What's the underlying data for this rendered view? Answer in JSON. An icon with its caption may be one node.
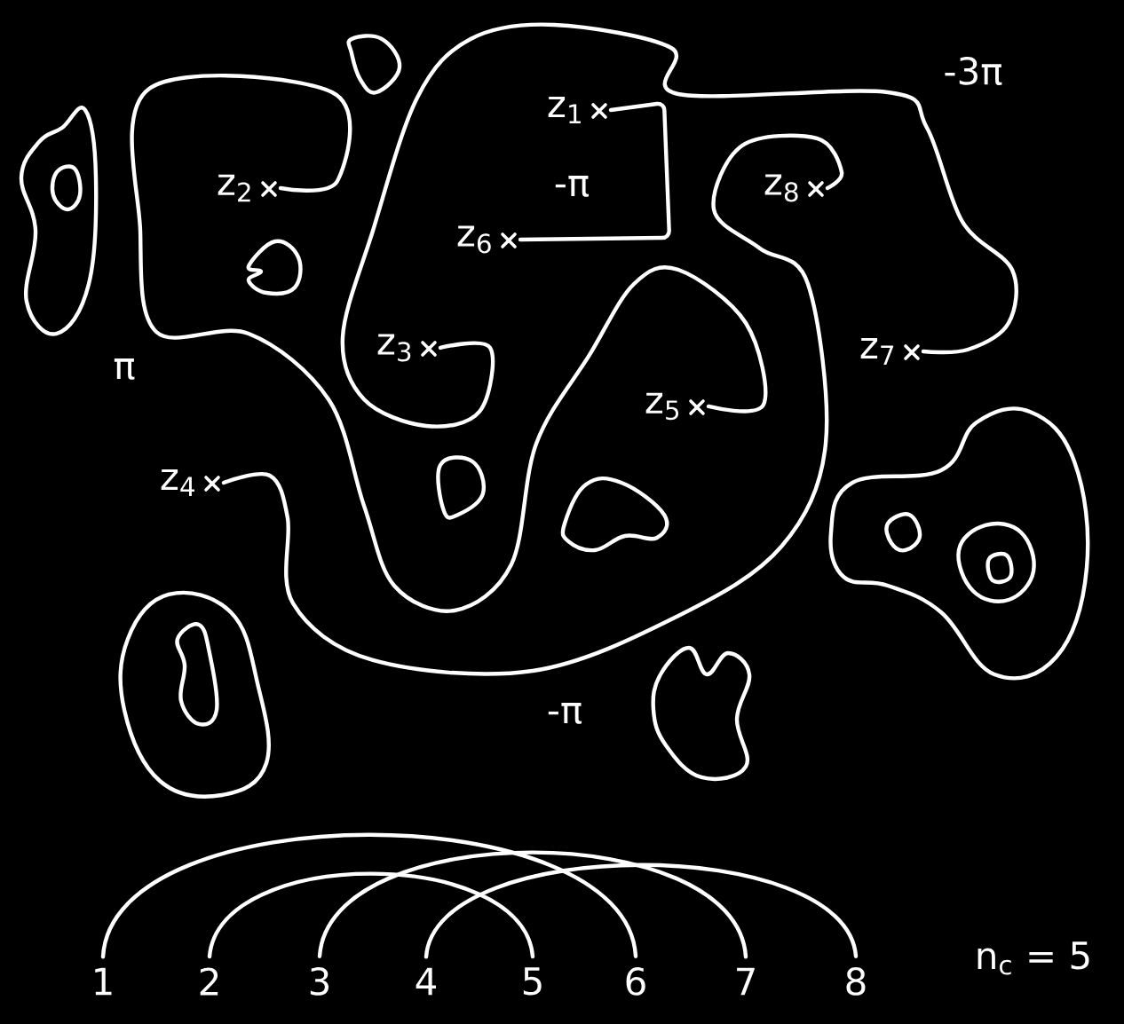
{
  "diagram": {
    "nodes": [
      {
        "text": [
          "z$_{1}$"
        ]
      },
      {
        "text": [
          "z$_{2}$"
        ]
      },
      {
        "text": [
          "z$_{3}$"
        ]
      },
      {
        "text": [
          "z$_{4}$"
        ]
      },
      {
        "text": [
          "z$_{5}$"
        ]
      },
      {
        "text": [
          "z$_{6}$"
        ]
      },
      {
        "text": [
          "z$_{7}$"
        ]
      },
      {
        "text": [
          "z$_{8}$"
        ]
      },
      {
        "text": [
          "1"
        ]
      },
      {
        "text": [
          "2"
        ]
      },
      {
        "text": [
          "3"
        ]
      },
      {
        "text": [
          "4"
        ]
      },
      {
        "text": [
          "5"
        ]
      },
      {
        "text": [
          "6"
        ]
      },
      {
        "text": [
          "7"
        ]
      },
      {
        "text": [
          "8"
        ]
      }
    ],
    "edges": [
      {
        "from": 0,
        "to": 5,
        "arrow": "none"
      },
      {
        "from": 1,
        "to": 4,
        "arrow": "none"
      },
      {
        "from": 2,
        "to": 6,
        "arrow": "none"
      },
      {
        "from": 3,
        "to": 7,
        "arrow": "none"
      },
      {
        "from": 8,
        "to": 13,
        "arrow": "none"
      },
      {
        "from": 9,
        "to": 12,
        "arrow": "none"
      },
      {
        "from": 10,
        "to": 14,
        "arrow": "none"
      },
      {
        "from": 11,
        "to": 15,
        "arrow": "none"
      }
    ],
    "labels": [
      "-3π",
      "-π",
      "π",
      "-π",
      "n$_{c}$ = 5"
    ]
  }
}
